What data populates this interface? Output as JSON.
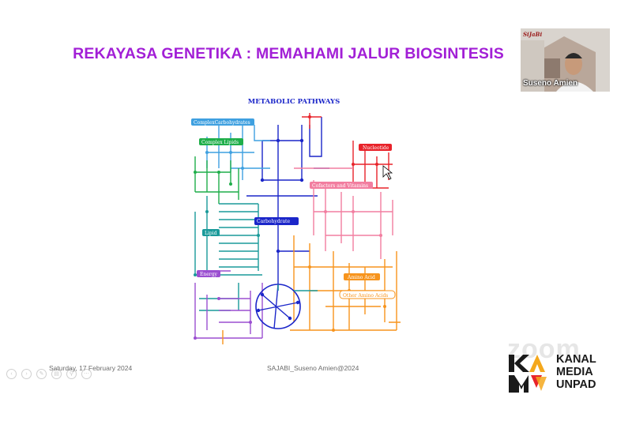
{
  "slide": {
    "title": "REKAYASA GENETIKA : MEMAHAMI JALUR BIOSINTESIS",
    "footer_date": "Saturday, 17 February 2024",
    "footer_center": "SAJABI_Suseno Amien@2024"
  },
  "figure": {
    "heading": "METABOLIC PATHWAYS",
    "labels": {
      "complex_carbohydrates": "ComplexCarbohydrates",
      "complex_lipids": "Complex Lipids",
      "nucleotide": "Nucleotide",
      "cofactors": "Cofactors and Vitamins",
      "carbohydrate": "Carbohydrate",
      "lipid": "Lipid",
      "energy": "Energy",
      "amino_acid": "Amino Acid",
      "other_amino_acids": "Other Amino Acids"
    },
    "colors": {
      "complex_carbohydrates": "#3fa0e0",
      "complex_lipids": "#1fae4a",
      "nucleotide": "#e8232a",
      "cofactors": "#f27ea0",
      "carbohydrate": "#1b26c9",
      "lipid": "#1a9a9a",
      "energy": "#9b4fd1",
      "amino_acid": "#f7941d",
      "other_amino_acids": "#f7941d"
    }
  },
  "video": {
    "participant_name": "Suseno Amien",
    "logo_text": "SiJaBi"
  },
  "watermarks": {
    "zoom": "zoom",
    "kanal_line1": "KANAL",
    "kanal_line2": "MEDIA",
    "kanal_line3": "UNPAD"
  },
  "presentation_controls": [
    "prev-icon",
    "next-icon",
    "pen-icon",
    "slides-icon",
    "zoom-icon",
    "more-icon"
  ]
}
